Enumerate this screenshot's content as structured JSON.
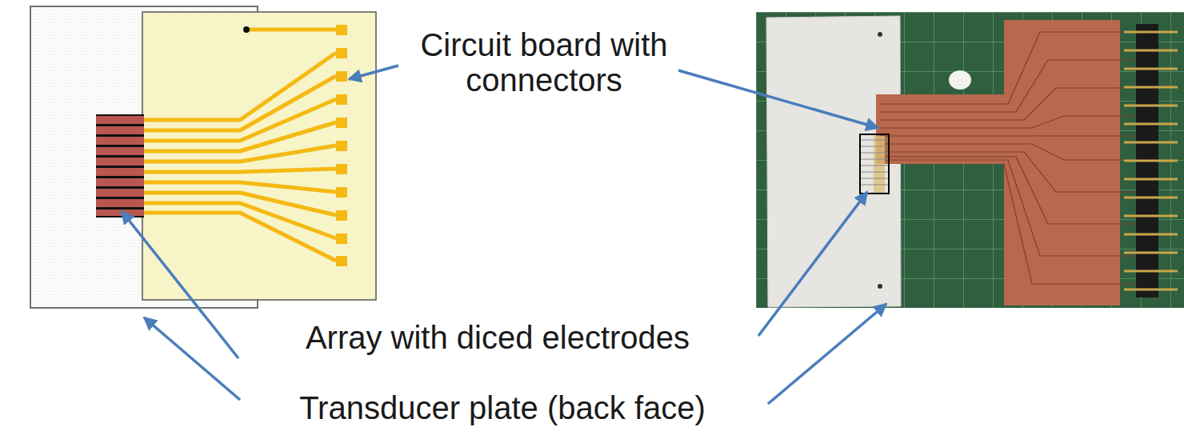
{
  "diagram": {
    "labels": [
      "Circuit board with connectors",
      "Array with diced electrodes",
      "Transducer plate (back face)"
    ]
  }
}
